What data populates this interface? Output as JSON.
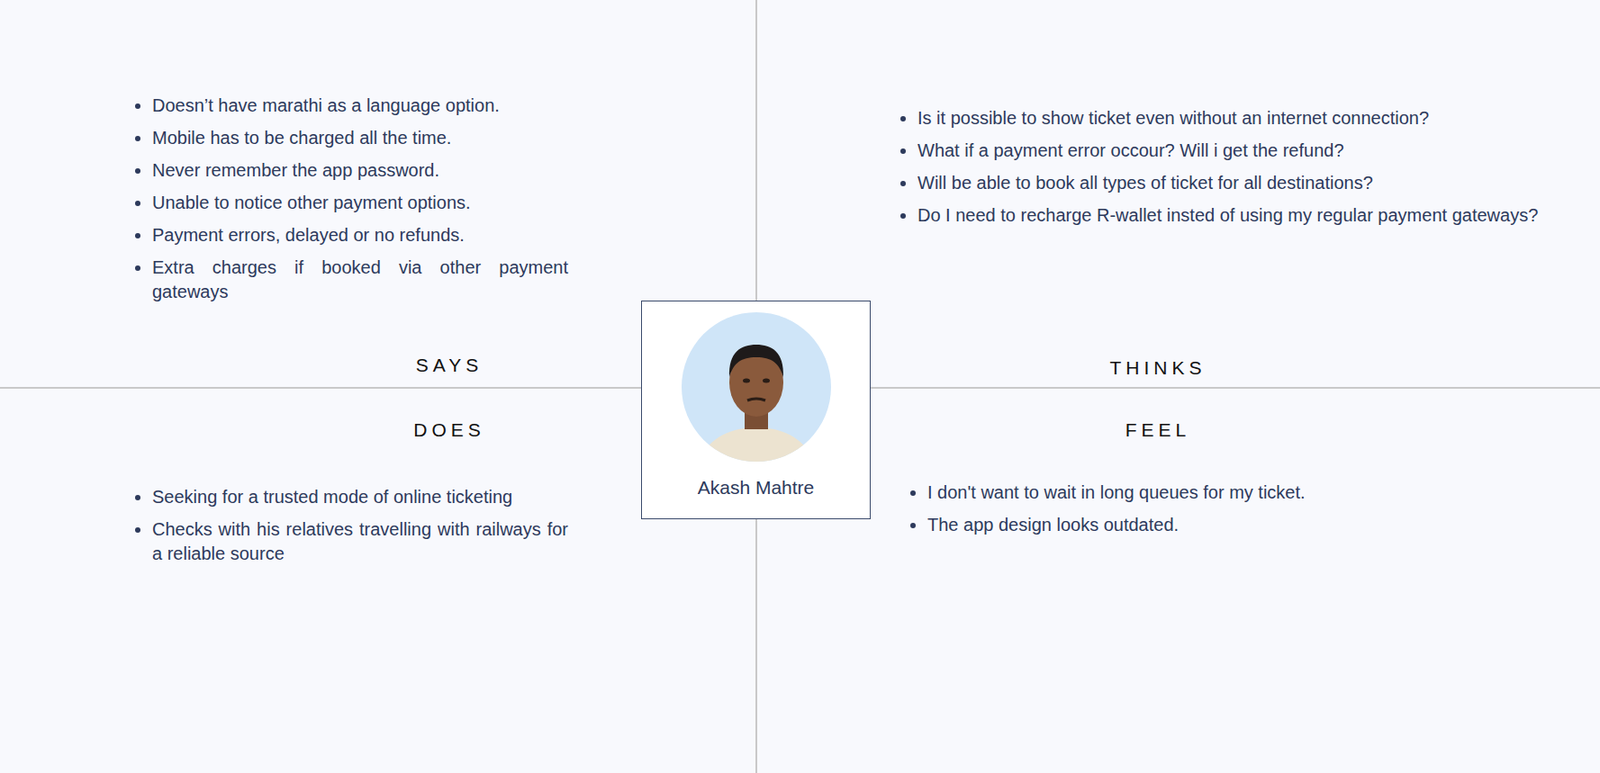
{
  "diagram": {
    "nodes": [
      {
        "text": [
          "SAYS",
          "Doesn’t have marathi as a language option.",
          "Mobile has to be charged all the time.",
          "Never remember the app password.",
          "Unable to notice other payment options.",
          "Payment errors, delayed or no refunds.",
          "Extra charges if booked via other payment gateways"
        ]
      },
      {
        "text": [
          "THINKS",
          "Is it possible to show ticket even without an internet connection?",
          "What if a payment error occour? Will i get the refund?",
          "Will be able to book all types of ticket for all destinations?",
          "Do I need to recharge R-wallet insted of using my regular payment gateways?"
        ]
      },
      {
        "text": [
          "Akash Mahtre"
        ]
      },
      {
        "text": [
          "DOES",
          "Seeking for a trusted mode of online ticketing",
          "Checks with his relatives travelling with railways for a reliable source"
        ]
      },
      {
        "text": [
          "FEEL",
          "I don't want to wait in long queues for my ticket.",
          "The app design looks outdated."
        ]
      }
    ]
  }
}
